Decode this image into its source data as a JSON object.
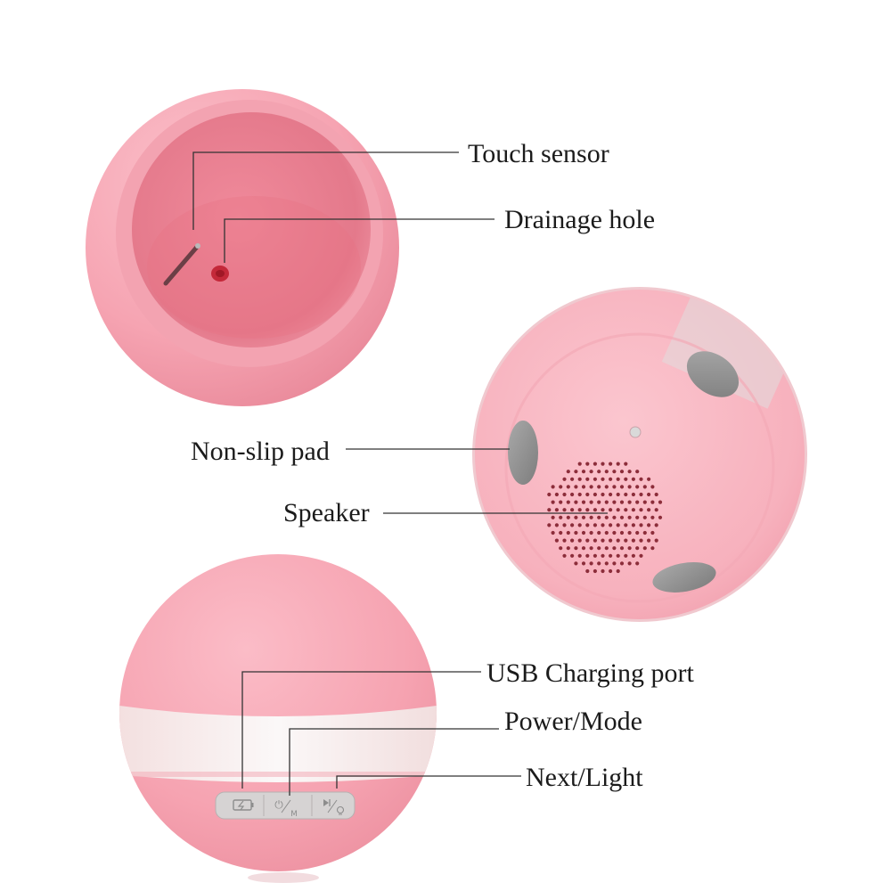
{
  "labels": {
    "touch_sensor": "Touch sensor",
    "drainage_hole": "Drainage hole",
    "non_slip_pad": "Non-slip pad",
    "speaker": "Speaker",
    "usb_port": "USB Charging port",
    "power_mode": "Power/Mode",
    "next_light": "Next/Light"
  },
  "button_glyphs": {
    "power": "⏻",
    "mode": "M"
  },
  "icons": [
    "battery-icon",
    "power-icon",
    "play-next-icon",
    "light-bulb-icon"
  ],
  "colors": {
    "body_pink": "#f6a3b1",
    "interior_pink": "#e57c8d",
    "pad_gray": "#8f8f8f",
    "light_ring": "#f6f1f1",
    "leader_line": "#333333",
    "label_text": "#1b1b1b"
  }
}
